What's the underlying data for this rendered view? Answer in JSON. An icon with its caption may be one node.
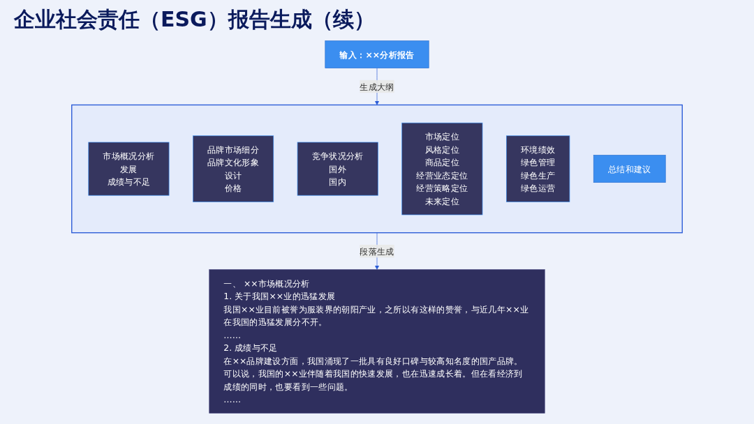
{
  "diagram": {
    "title": "企业社会责任（ESG）报告生成（续）",
    "nodes": [
      {
        "text": [
          "输入：××分析报告"
        ]
      },
      {
        "text": [
          "一、 ××市场概况分析",
          "1. 关于我国××业的迅猛发展",
          "我国××业目前被誉为服装界的朝阳产业，之所以有这样的赞誉，与近几年××业在我国的迅猛发展分不开。",
          "……",
          "2. 成绩与不足",
          "在××品牌建设方面，我国涌现了一批具有良好口碑与较高知名度的国产品牌。可以说，我国的××业伴随着我国的快速发展，也在迅速成长着。但在看经济到成绩的同时，也要看到一些问题。",
          "……"
        ]
      },
      {
        "text": [],
        "shape": "box"
      },
      {
        "text": [
          "市场概况分析",
          "发展",
          "成绩与不足"
        ],
        "in": 2
      },
      {
        "text": [
          "品牌市场细分",
          "品牌文化形象",
          "设计",
          "价格"
        ],
        "in": 2
      },
      {
        "text": [
          "竞争状况分析",
          "国外",
          "国内"
        ],
        "in": 2
      },
      {
        "text": [
          "市场定位",
          "风格定位",
          "商品定位",
          "经营业态定位",
          "经营策略定位",
          "未来定位"
        ],
        "in": 2
      },
      {
        "text": [
          "环境绩效",
          "绿色管理",
          "绿色生产",
          "绿色运营"
        ],
        "in": 2
      },
      {
        "text": [
          "总结和建议"
        ],
        "in": 2
      }
    ],
    "edges": [
      {
        "from": 0,
        "to": 2,
        "arrow": "to",
        "label": "生成大纲"
      },
      {
        "from": 2,
        "to": 1,
        "arrow": "to",
        "label": "段落生成"
      }
    ]
  }
}
